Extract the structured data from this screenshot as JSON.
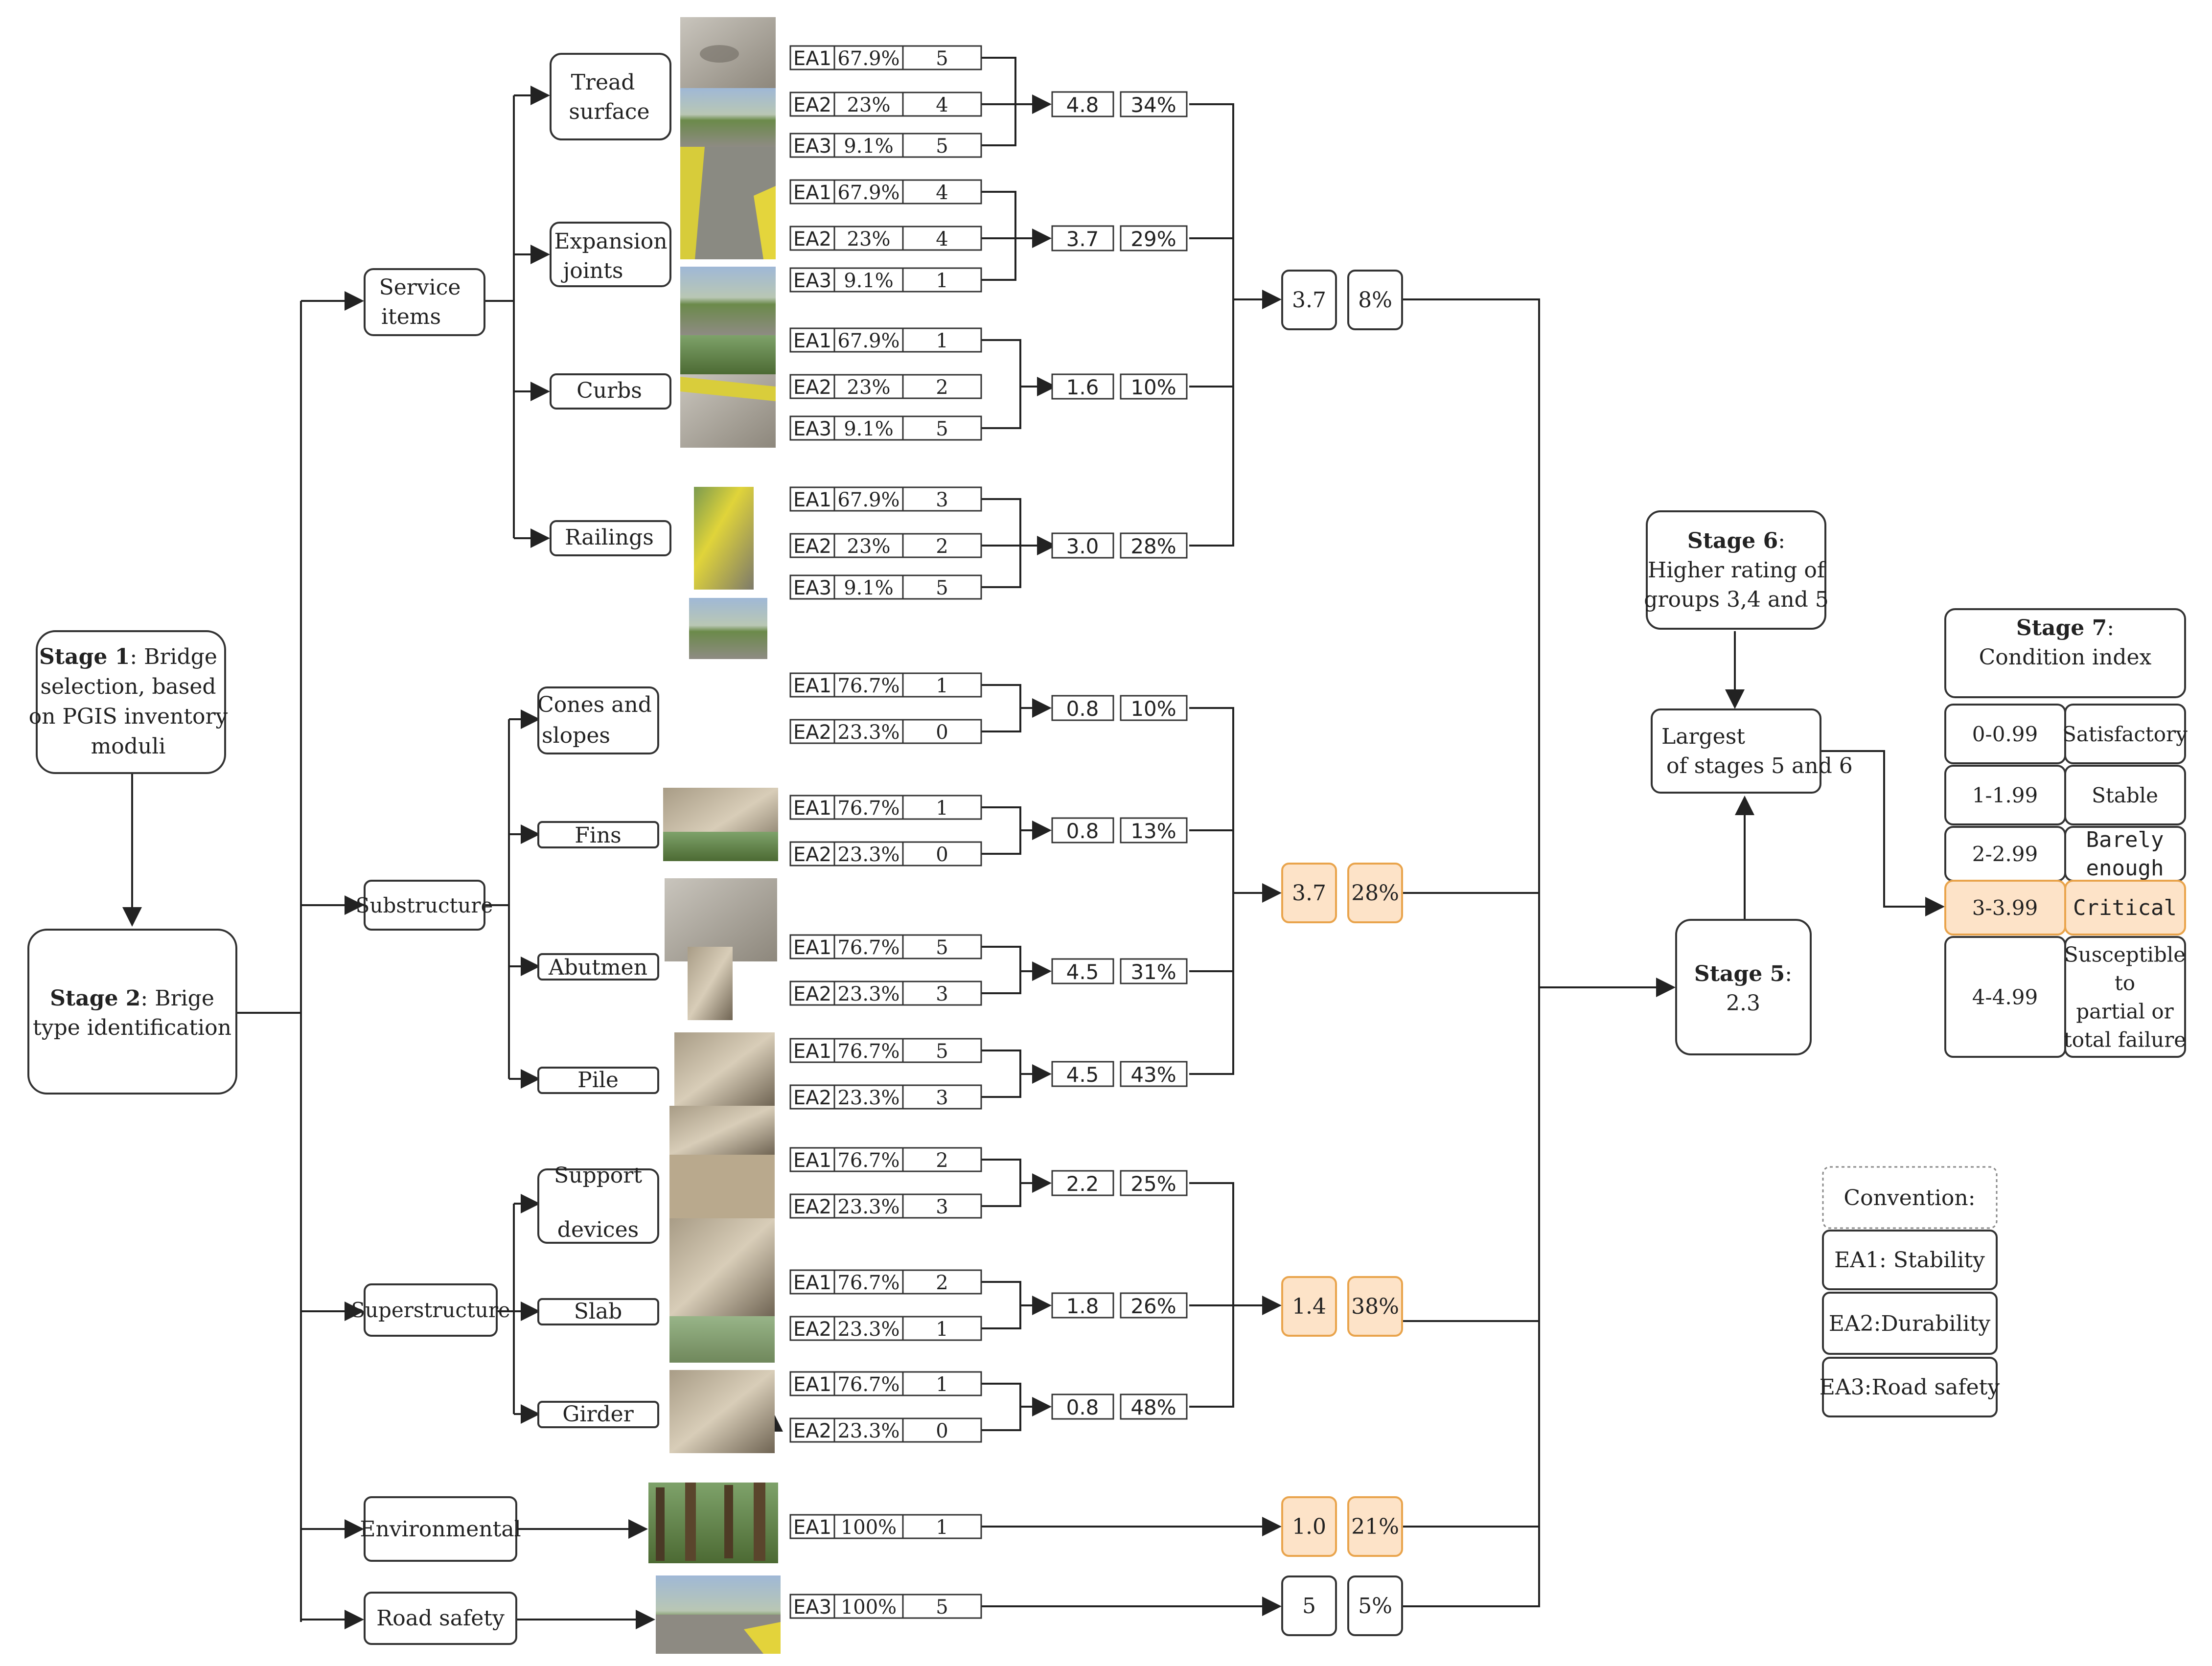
{
  "stage1": {
    "bold": "Stage 1",
    "text1": ": Bridge",
    "text2": "selection, based",
    "text3": "on PGIS inventory",
    "text4": "moduli"
  },
  "stage2": {
    "bold": "Stage 2",
    "text1": ": Brige",
    "text2": "type identification"
  },
  "stage5": {
    "bold": "Stage 5",
    "colon": ":",
    "value": "2.3"
  },
  "stage6": {
    "bold": "Stage 6",
    "text1": ":",
    "text2": "Higher rating of",
    "text3": "groups 3,4 and 5"
  },
  "largest": {
    "line1": "Largest",
    "line2": "of stages 5 and 6"
  },
  "stage7": {
    "bold": "Stage 7",
    "text1": ":",
    "text2": "Condition index"
  },
  "groups": {
    "service": {
      "line1": "Service",
      "line2": "items",
      "rating": "3.7",
      "weight": "8%"
    },
    "substructure": {
      "label": "Substructure",
      "rating": "3.7",
      "weight": "28%"
    },
    "superstructure": {
      "label": "Superstructure",
      "rating": "1.4",
      "weight": "38%"
    },
    "environmental": {
      "label": "Environmental",
      "rating": "1.0",
      "weight": "21%"
    },
    "road_safety": {
      "label": "Road safety",
      "rating": "5",
      "weight": "5%"
    }
  },
  "items": {
    "tread": {
      "line1": "Tread",
      "line2": "surface",
      "rating": "4.8",
      "weight": "34%",
      "rows": [
        {
          "ea": "EA1",
          "pct": "67.9%",
          "score": "5"
        },
        {
          "ea": "EA2",
          "pct": "23%",
          "score": "4"
        },
        {
          "ea": "EA3",
          "pct": "9.1%",
          "score": "5"
        }
      ]
    },
    "expansion": {
      "line1": "Expansion",
      "line2": "joints",
      "rating": "3.7",
      "weight": "29%",
      "rows": [
        {
          "ea": "EA1",
          "pct": "67.9%",
          "score": "4"
        },
        {
          "ea": "EA2",
          "pct": "23%",
          "score": "4"
        },
        {
          "ea": "EA3",
          "pct": "9.1%",
          "score": "1"
        }
      ]
    },
    "curbs": {
      "label": "Curbs",
      "rating": "1.6",
      "weight": "10%",
      "rows": [
        {
          "ea": "EA1",
          "pct": "67.9%",
          "score": "1"
        },
        {
          "ea": "EA2",
          "pct": "23%",
          "score": "2"
        },
        {
          "ea": "EA3",
          "pct": "9.1%",
          "score": "5"
        }
      ]
    },
    "railings": {
      "label": "Railings",
      "rating": "3.0",
      "weight": "28%",
      "rows": [
        {
          "ea": "EA1",
          "pct": "67.9%",
          "score": "3"
        },
        {
          "ea": "EA2",
          "pct": "23%",
          "score": "2"
        },
        {
          "ea": "EA3",
          "pct": "9.1%",
          "score": "5"
        }
      ]
    },
    "cones": {
      "line1": "Cones and",
      "line2": "slopes",
      "rating": "0.8",
      "weight": "10%",
      "rows": [
        {
          "ea": "EA1",
          "pct": "76.7%",
          "score": "1"
        },
        {
          "ea": "EA2",
          "pct": "23.3%",
          "score": "0"
        }
      ]
    },
    "fins": {
      "label": "Fins",
      "rating": "0.8",
      "weight": "13%",
      "rows": [
        {
          "ea": "EA1",
          "pct": "76.7%",
          "score": "1"
        },
        {
          "ea": "EA2",
          "pct": "23.3%",
          "score": "0"
        }
      ]
    },
    "abutment": {
      "label": "Abutmen",
      "rating": "4.5",
      "weight": "31%",
      "rows": [
        {
          "ea": "EA1",
          "pct": "76.7%",
          "score": "5"
        },
        {
          "ea": "EA2",
          "pct": "23.3%",
          "score": "3"
        }
      ]
    },
    "pile": {
      "label": "Pile",
      "rating": "4.5",
      "weight": "43%",
      "rows": [
        {
          "ea": "EA1",
          "pct": "76.7%",
          "score": "5"
        },
        {
          "ea": "EA2",
          "pct": "23.3%",
          "score": "3"
        }
      ]
    },
    "support": {
      "line1": "Support",
      "line2": "devices",
      "rating": "2.2",
      "weight": "25%",
      "rows": [
        {
          "ea": "EA1",
          "pct": "76.7%",
          "score": "2"
        },
        {
          "ea": "EA2",
          "pct": "23.3%",
          "score": "3"
        }
      ]
    },
    "slab": {
      "label": "Slab",
      "rating": "1.8",
      "weight": "26%",
      "rows": [
        {
          "ea": "EA1",
          "pct": "76.7%",
          "score": "2"
        },
        {
          "ea": "EA2",
          "pct": "23.3%",
          "score": "1"
        }
      ]
    },
    "girder": {
      "label": "Girder",
      "rating": "0.8",
      "weight": "48%",
      "rows": [
        {
          "ea": "EA1",
          "pct": "76.7%",
          "score": "1"
        },
        {
          "ea": "EA2",
          "pct": "23.3%",
          "score": "0"
        }
      ]
    },
    "env_row": {
      "ea": "EA1",
      "pct": "100%",
      "score": "1"
    },
    "road_row": {
      "ea": "EA3",
      "pct": "100%",
      "score": "5"
    }
  },
  "condition_index": [
    {
      "range": "0-0.99",
      "label": "Satisfactory"
    },
    {
      "range": "1-1.99",
      "label": "Stable"
    },
    {
      "range": "2-2.99",
      "label1": "Barely",
      "label2": "enough"
    },
    {
      "range": "3-3.99",
      "label": "Critical"
    },
    {
      "range": "4-4.99",
      "label1": "Susceptible",
      "label2": "to",
      "label3": "partial or",
      "label4": "total failure"
    }
  ],
  "convention": {
    "title": "Convention:",
    "ea1": "EA1: Stability",
    "ea2": "EA2:Durability",
    "ea3": "EA3:Road safety"
  },
  "colors": {
    "highlight_fill": "#fde3c8",
    "highlight_stroke": "#e9a44c",
    "line": "#222222"
  }
}
